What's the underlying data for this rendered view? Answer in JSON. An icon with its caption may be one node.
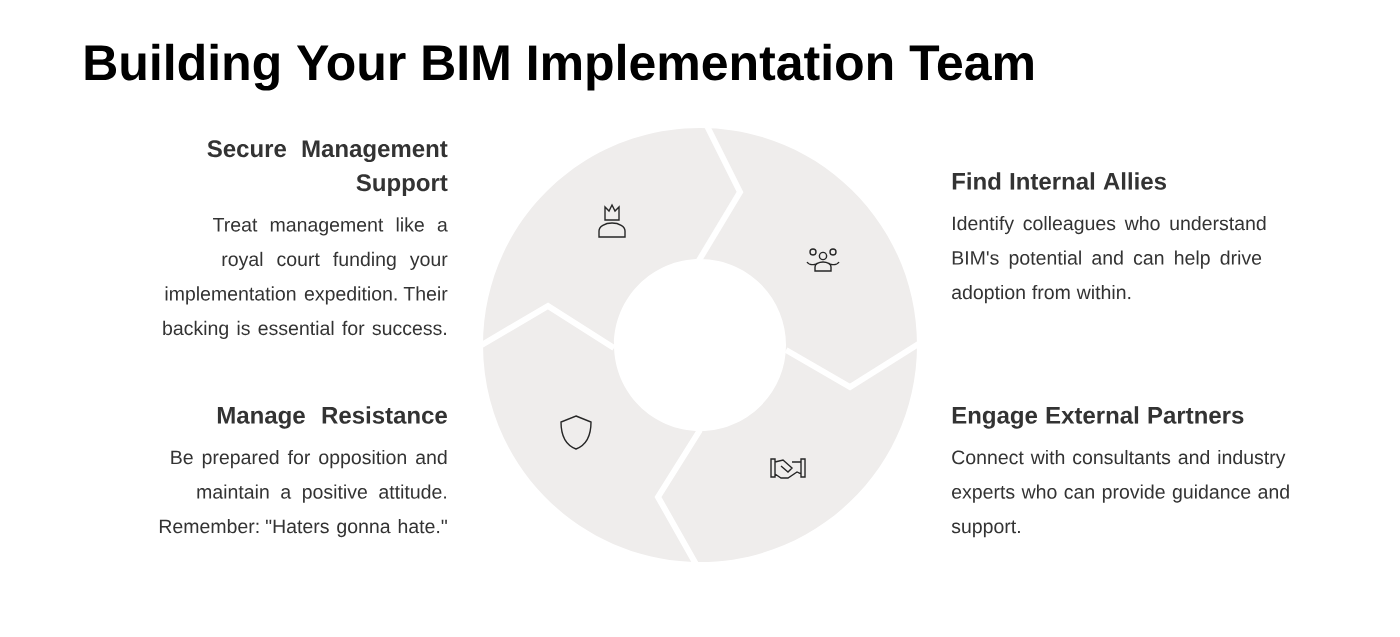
{
  "diagram": {
    "title": "Building Your BIM Implementation Team",
    "nodes": [
      {
        "text": [
          "Secure Management Support",
          "Treat management like a royal court funding your implementation expedition. Their backing is essential for success."
        ]
      },
      {
        "text": [
          "Find Internal Allies",
          "Identify colleagues who understand BIM's potential and can help drive adoption from within."
        ]
      },
      {
        "text": [
          "Manage Resistance",
          "Be prepared for opposition and maintain a positive attitude. Remember: \"Haters gonna hate.\""
        ]
      },
      {
        "text": [
          "Engage External Partners",
          "Connect with consultants and industry experts who can provide guidance and support."
        ]
      }
    ]
  }
}
